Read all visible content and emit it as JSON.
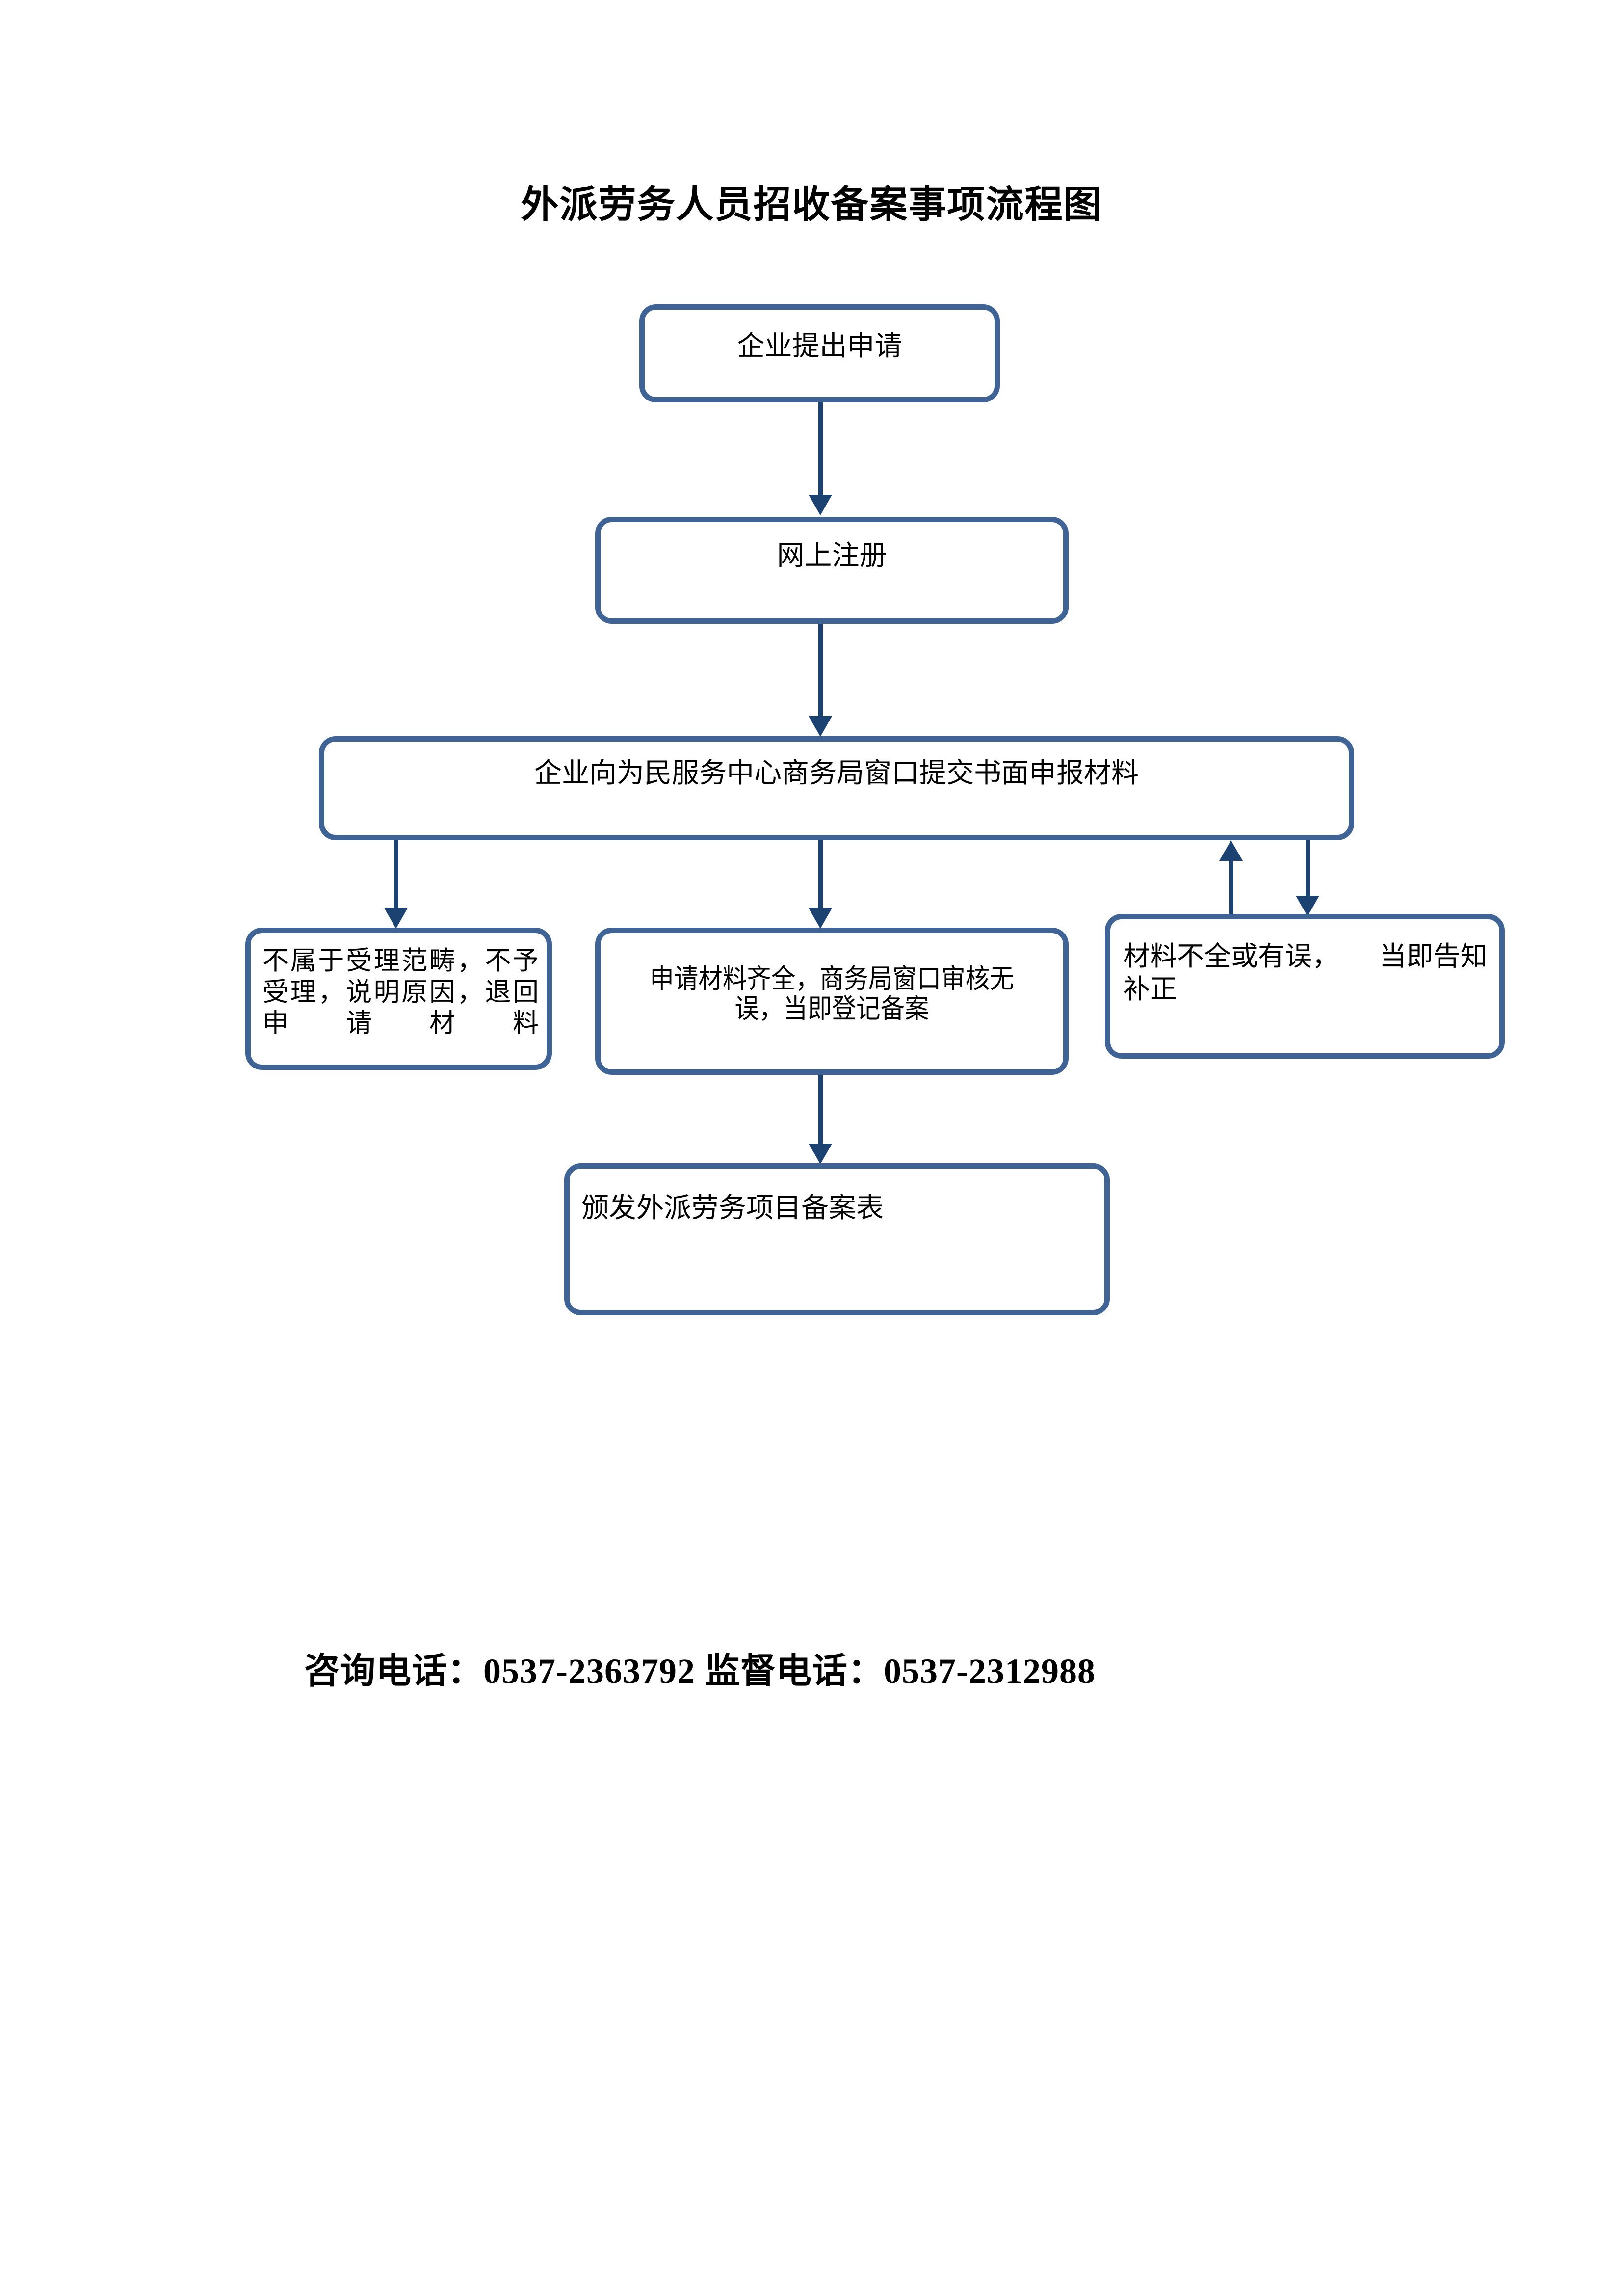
{
  "document": {
    "title": "外派劳务人员招收备案事项流程图",
    "background_color": "#FFFFFF"
  },
  "theme": {
    "box_border_color": "#3E6394",
    "arrow_color": "#1B4271",
    "text_color": "#000000"
  },
  "flowchart": {
    "type": "process-flow",
    "nodes": [
      {
        "id": "apply",
        "label": "企业提出申请"
      },
      {
        "id": "register",
        "label": "网上注册"
      },
      {
        "id": "submit",
        "label": "企业向为民服务中心商务局窗口提交书面申报材料"
      },
      {
        "id": "reject",
        "label": "不属于受理范畴，不予受理，说明原因，退回申请材料"
      },
      {
        "id": "accept",
        "label": "申请材料齐全，商务局窗口审核无误，当即登记备案"
      },
      {
        "id": "supplement",
        "label": "材料不全或有误，　　当即告知补正"
      },
      {
        "id": "issue",
        "label": "颁发外派劳务项目备案表"
      }
    ],
    "edges": [
      {
        "from": "apply",
        "to": "register",
        "direction": "down"
      },
      {
        "from": "register",
        "to": "submit",
        "direction": "down"
      },
      {
        "from": "submit",
        "to": "reject",
        "direction": "down"
      },
      {
        "from": "submit",
        "to": "accept",
        "direction": "down"
      },
      {
        "from": "submit",
        "to": "supplement",
        "direction": "down"
      },
      {
        "from": "supplement",
        "to": "submit",
        "direction": "up"
      },
      {
        "from": "accept",
        "to": "issue",
        "direction": "down"
      }
    ]
  },
  "footer": {
    "contact_line": "咨询电话：0537-2363792 监督电话：0537-2312988",
    "consult_label": "咨询电话：",
    "consult_phone": "0537-2363792",
    "supervise_label": "监督电话：",
    "supervise_phone": "0537-2312988"
  }
}
